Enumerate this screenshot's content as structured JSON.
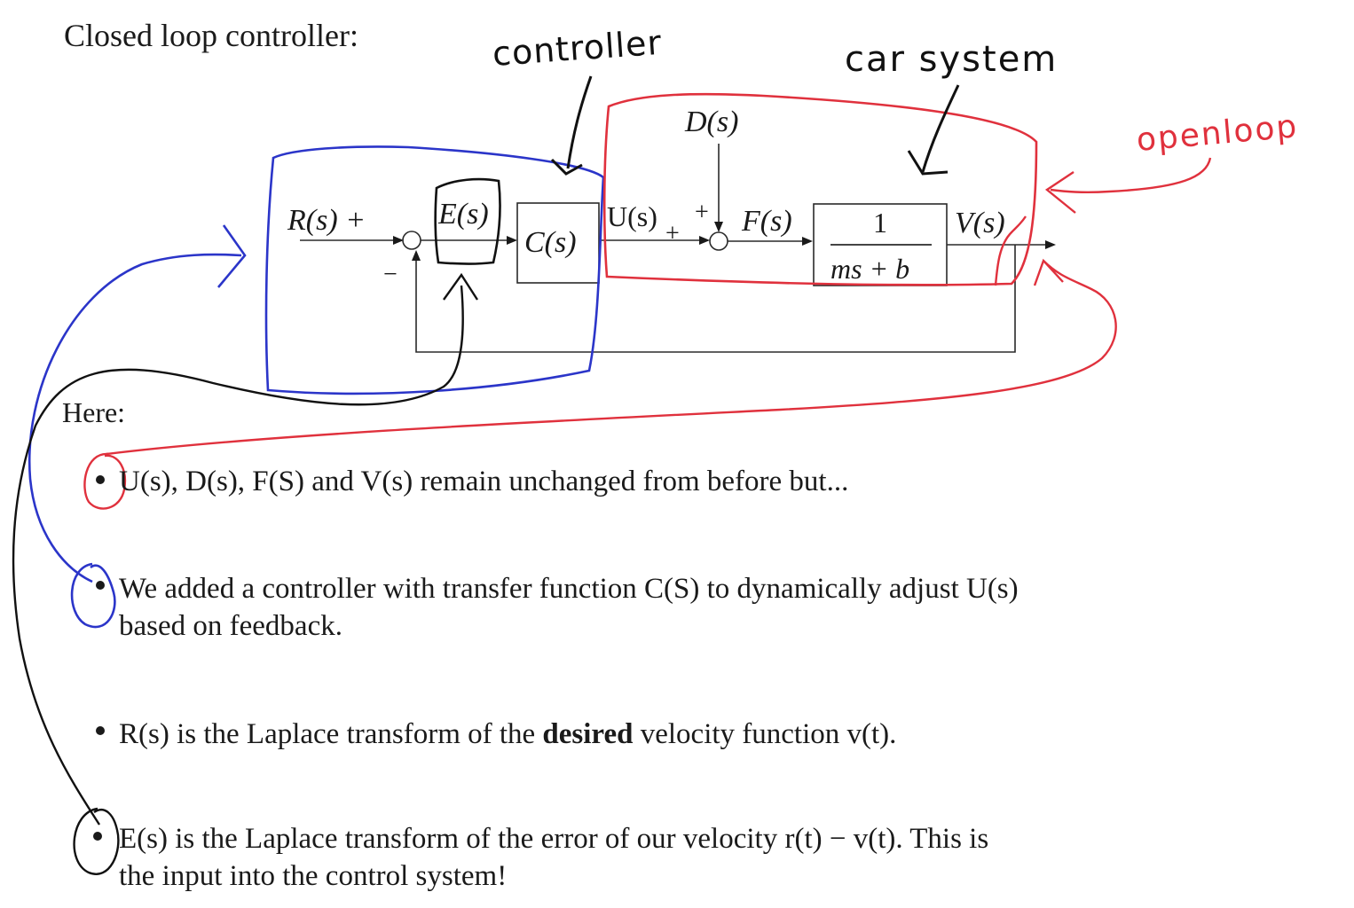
{
  "header": {
    "title": "Closed loop controller:"
  },
  "annotations": {
    "controller": "controller",
    "car_system": "car system",
    "open_loop": "openloop"
  },
  "diagram": {
    "disturbance": "D(s)",
    "reference": "R(s) +",
    "error": "E(s)",
    "controller_block": "C(s)",
    "control_signal": "U(s)",
    "plus_u": "+",
    "plus_d": "+",
    "minus": "−",
    "force": "F(s)",
    "plant_numerator": "1",
    "plant_denominator": "ms + b",
    "output": "V(s)"
  },
  "notes": {
    "heading": "Here:",
    "b1": "U(s), D(s), F(S) and V(s) remain unchanged from before but...",
    "b2_line1": "We added a controller with transfer function C(S) to dynamically adjust U(s)",
    "b2_line2": "based on feedback.",
    "b3_pre": "R(s) is the Laplace transform of the ",
    "b3_bold": "desired",
    "b3_post": " velocity function v(t).",
    "b4_line1": "E(s) is the Laplace transform of the error of our velocity r(t) − v(t). This is",
    "b4_line2": "the input into the control system!"
  },
  "colors": {
    "ink": "#1a1a1a",
    "blue_annotation": "#2b35c9",
    "red_annotation": "#e0313d",
    "black_annotation": "#111111"
  }
}
